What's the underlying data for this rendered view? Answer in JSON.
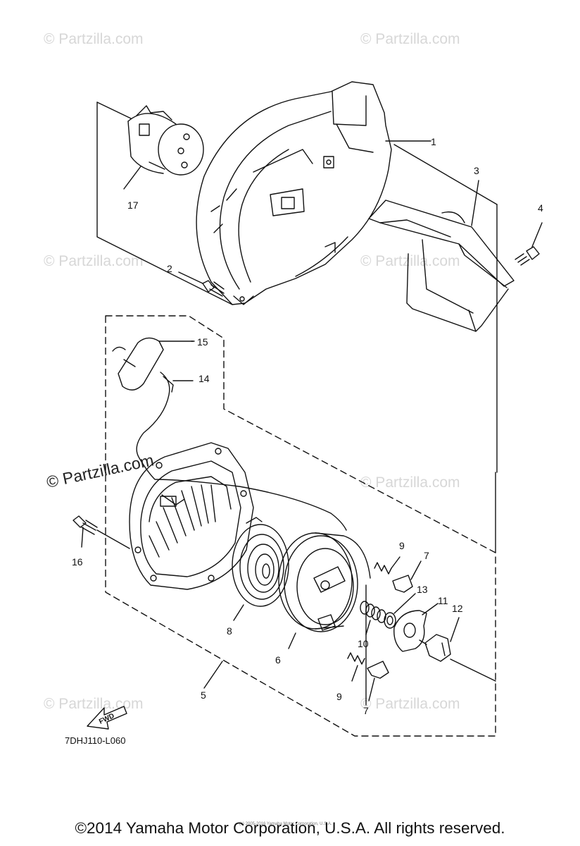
{
  "watermark": {
    "text": "© Partzilla.com",
    "gray_color": "#d7d7d7",
    "main_color": "#222222"
  },
  "diagram_code": "7DHJ110-L060",
  "fwd_label": "FWD",
  "callouts": {
    "p1": "1",
    "p2": "2",
    "p3": "3",
    "p4": "4",
    "p5": "5",
    "p6": "6",
    "p7a": "7",
    "p7b": "7",
    "p8": "8",
    "p9a": "9",
    "p9b": "9",
    "p10": "10",
    "p11": "11",
    "p12": "12",
    "p13": "13",
    "p14": "14",
    "p15": "15",
    "p16": "16",
    "p17": "17"
  },
  "small_copyright": "(c) 2005-2016 Yamaha Motor Corporation, U.S.A.",
  "footer": "©2014 Yamaha Motor Corporation, U.S.A. All rights reserved."
}
